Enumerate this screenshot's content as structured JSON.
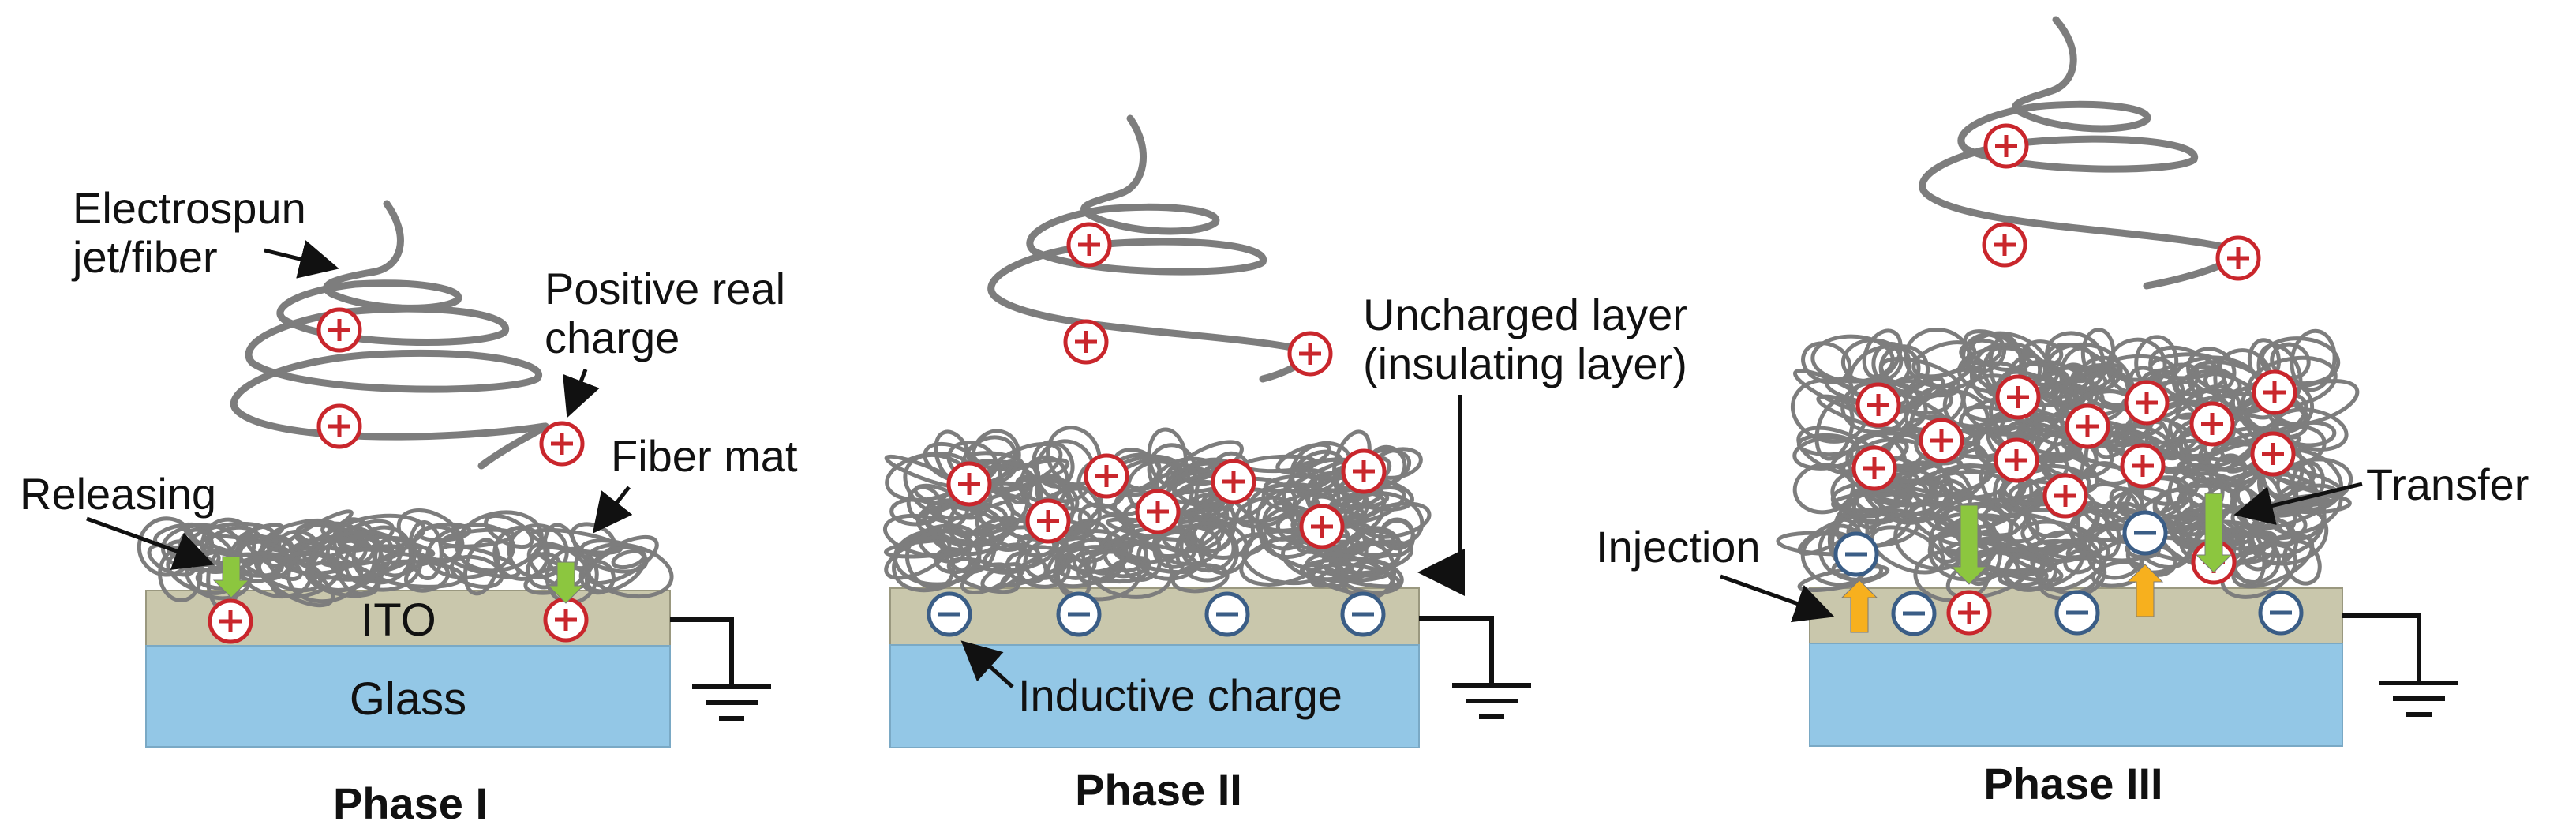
{
  "phases": [
    {
      "title": "Phase I",
      "layers": {
        "electrode": "ITO",
        "substrate": "Glass"
      },
      "labels": {
        "fiber": "Electrospun\njet/fiber",
        "positive_charge": "Positive real\ncharge",
        "mat": "Fiber mat",
        "releasing": "Releasing"
      }
    },
    {
      "title": "Phase II",
      "labels": {
        "uncharged": "Uncharged layer\n(insulating layer)",
        "inductive": "Inductive charge"
      }
    },
    {
      "title": "Phase III",
      "labels": {
        "injection": "Injection",
        "transfer": "Transfer"
      }
    }
  ],
  "symbols": {
    "positive": "+",
    "negative": "−"
  },
  "colors": {
    "fiber": "#7d7d7d",
    "electrode": "#c9c7ac",
    "glass": "#93c7e6",
    "positive_charge": "#c9262c",
    "negative_charge": "#3a5d86",
    "release_arrow": "#8cc63f",
    "injection_arrow": "#f7b01e",
    "ground": "#111111"
  }
}
